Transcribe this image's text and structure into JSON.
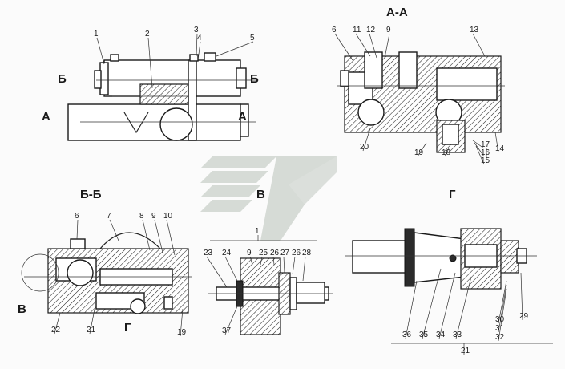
{
  "section_titles": [
    {
      "id": "title-a-a",
      "text": "А-А"
    },
    {
      "id": "title-b-b",
      "text": "Б-Б"
    },
    {
      "id": "title-v",
      "text": "В"
    },
    {
      "id": "title-g",
      "text": "Г"
    }
  ],
  "cut_marks": [
    "Б",
    "Б",
    "А",
    "А",
    "В",
    "Г"
  ],
  "callouts": [
    "1",
    "2",
    "3",
    "4",
    "5",
    "6",
    "11",
    "12",
    "9",
    "13",
    "20",
    "19",
    "18",
    "17",
    "16",
    "15",
    "14",
    "6",
    "7",
    "8",
    "9",
    "10",
    "22",
    "21",
    "19",
    "1",
    "23",
    "24",
    "9",
    "25",
    "26",
    "27",
    "26",
    "28",
    "37",
    "36",
    "35",
    "34",
    "33",
    "32",
    "31",
    "30",
    "29",
    "21"
  ]
}
